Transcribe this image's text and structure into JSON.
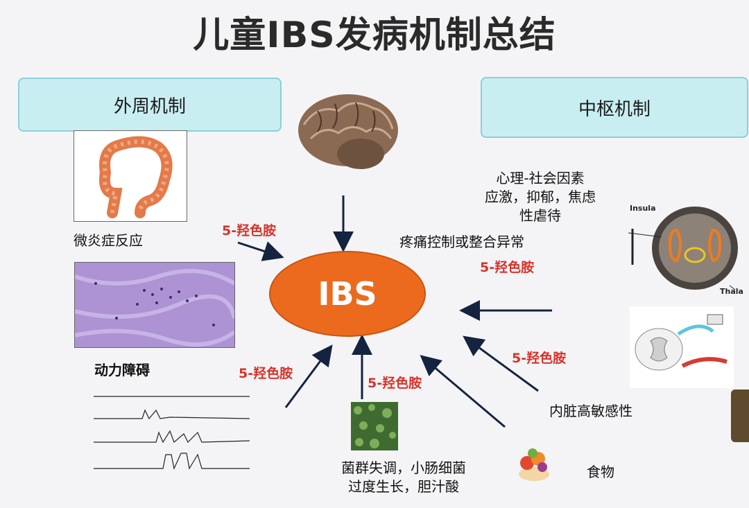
{
  "title": "儿童IBS发病机制总结",
  "peripheral_box": "外周机制",
  "central_box": "中枢机制",
  "center_node": "IBS",
  "labels": {
    "inflammation": "微炎症反应",
    "motility": "动力障碍",
    "psych_line1": "心理-社会因素",
    "psych_line2": "应激，抑郁，焦虑",
    "psych_line3": "性虐待",
    "pain_control": "疼痛控制或整合异常",
    "visceral": "内脏高敏感性",
    "food": "食物",
    "flora_line1": "菌群失调，小肠细菌",
    "flora_line2": "过度生长，胆汁酸",
    "insula": "Insula",
    "thala": "Thala"
  },
  "serotonin": "5-羟色胺",
  "colors": {
    "box_fill": "#c9eef2",
    "ibs_fill": "#ec6a1e",
    "serotonin_text": "#d8322a"
  }
}
